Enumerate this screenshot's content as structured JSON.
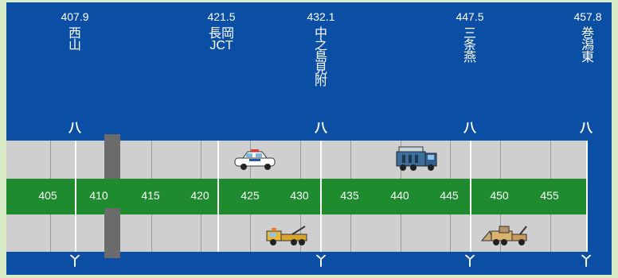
{
  "interchanges": [
    {
      "km": "407.9",
      "name": "西山"
    },
    {
      "km": "421.5",
      "name": "長岡JCT"
    },
    {
      "km": "432.1",
      "name": "中之島見附"
    },
    {
      "km": "447.5",
      "name": "三条燕"
    },
    {
      "km": "457.8",
      "name": "巻潟東"
    }
  ],
  "junction_symbol_up": "八",
  "junction_symbol_down": "丫",
  "kilometer_posts": [
    "405",
    "410",
    "415",
    "420",
    "425",
    "430",
    "435",
    "440",
    "445",
    "450",
    "455"
  ],
  "vehicles": [
    {
      "icon": "patrol-car-icon",
      "lane": "upper"
    },
    {
      "icon": "signal-truck-icon",
      "lane": "upper"
    },
    {
      "icon": "tow-truck-icon",
      "lane": "lower"
    },
    {
      "icon": "snowplow-icon",
      "lane": "lower"
    }
  ],
  "closure": {
    "km_from": 410,
    "km_to": 411.3
  },
  "colors": {
    "background": "#0b4fa4",
    "lane": "#cfcfcf",
    "median": "#1d8b2e",
    "closure": "#6b6b6b"
  }
}
